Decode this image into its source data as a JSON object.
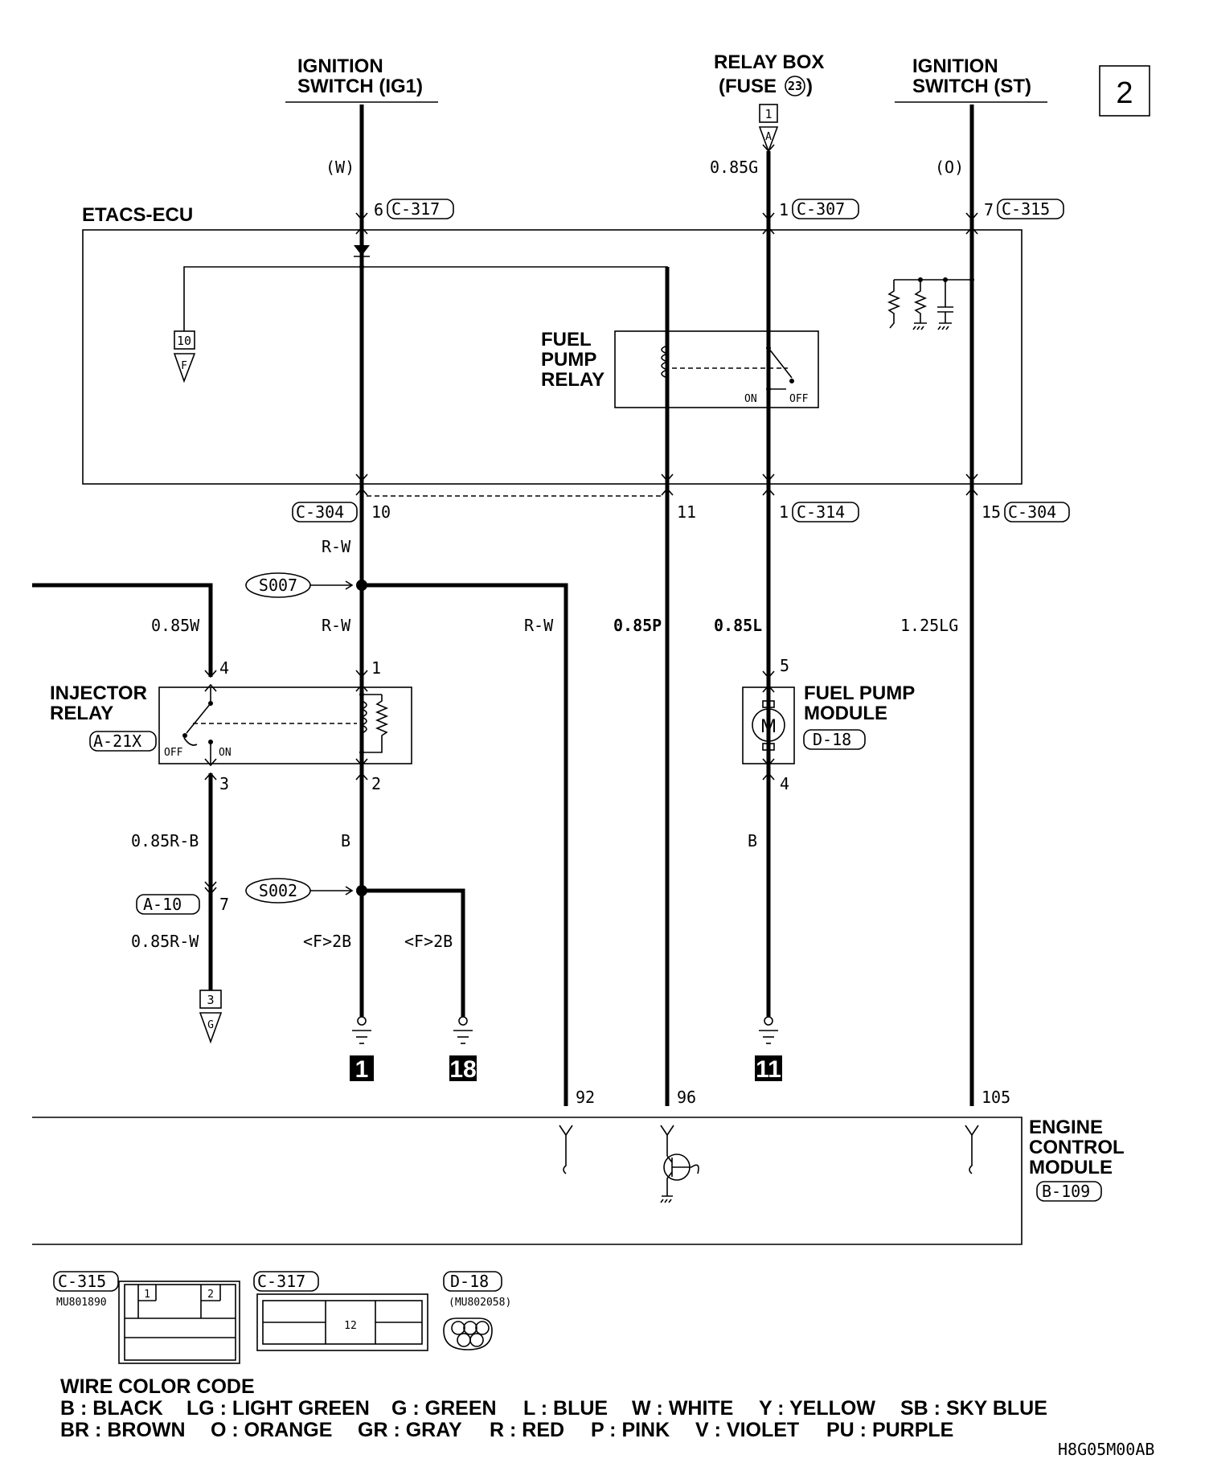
{
  "page_number": "2",
  "drawing_code": "H8G05M00AB",
  "sources": {
    "ig1": [
      "IGNITION",
      "SWITCH (IG1)"
    ],
    "relay_box": [
      "RELAY BOX",
      "(FUSE",
      ")"
    ],
    "fuse_number": "23",
    "relay_box_pin": "1",
    "relay_box_conn_letter": "A",
    "st": [
      "IGNITION",
      "SWITCH (ST)"
    ]
  },
  "etacs": {
    "title": "ETACS-ECU",
    "ref_box": "10",
    "ref_letter": "F",
    "fuel_pump_relay": [
      "FUEL",
      "PUMP",
      "RELAY"
    ],
    "on": "ON",
    "off": "OFF"
  },
  "connectors_top": [
    {
      "pin": "6",
      "conn": "C-317"
    },
    {
      "pin": "1",
      "conn": "C-307"
    },
    {
      "pin": "7",
      "conn": "C-315"
    }
  ],
  "wires_top": [
    "(W)",
    "0.85G",
    "(O)"
  ],
  "connectors_bottom": [
    {
      "conn": "C-304",
      "pin": "10"
    },
    {
      "pin": "11"
    },
    {
      "pin": "1",
      "conn": "C-314"
    },
    {
      "pin": "15",
      "conn": "C-304"
    }
  ],
  "splices": [
    "S007",
    "S002"
  ],
  "wire_labels": {
    "rw1": "R-W",
    "rw2": "R-W",
    "rw3": "R-W",
    "w085": "0.85W",
    "p085": "0.85P",
    "l085": "0.85L",
    "lg125": "1.25LG",
    "rb": "0.85R-B",
    "b1": "B",
    "rw085": "0.85R-W",
    "f2b1": "<F>2B",
    "f2b2": "<F>2B",
    "b2": "B"
  },
  "injector_relay": {
    "name": [
      "INJECTOR",
      "RELAY"
    ],
    "conn": "A-21X",
    "off": "OFF",
    "on": "ON",
    "pins": [
      "4",
      "1",
      "3",
      "2"
    ]
  },
  "a10": {
    "conn": "A-10",
    "pin": "7",
    "ref_box": "3",
    "ref_letter": "G"
  },
  "fuel_pump_module": {
    "name": [
      "FUEL PUMP",
      "MODULE"
    ],
    "conn": "D-18",
    "pin_top": "5",
    "pin_bottom": "4",
    "symbol": "M"
  },
  "grounds": [
    "1",
    "18",
    "11"
  ],
  "ecm": {
    "name": [
      "ENGINE",
      "CONTROL",
      "MODULE"
    ],
    "conn": "B-109",
    "pins": [
      "92",
      "96",
      "105"
    ]
  },
  "connector_views": [
    {
      "conn": "C-315",
      "part": "MU801890"
    },
    {
      "conn": "C-317"
    },
    {
      "conn": "D-18",
      "part": "(MU802058)"
    }
  ],
  "wire_color_code": {
    "title": "WIRE COLOR CODE",
    "row1": [
      "B : BLACK",
      "LG : LIGHT GREEN",
      "G : GREEN",
      "L : BLUE",
      "W : WHITE",
      "Y : YELLOW",
      "SB : SKY BLUE"
    ],
    "row2": [
      "BR : BROWN",
      "O : ORANGE",
      "GR : GRAY",
      "R : RED",
      "P : PINK",
      "V : VIOLET",
      "PU : PURPLE"
    ]
  }
}
